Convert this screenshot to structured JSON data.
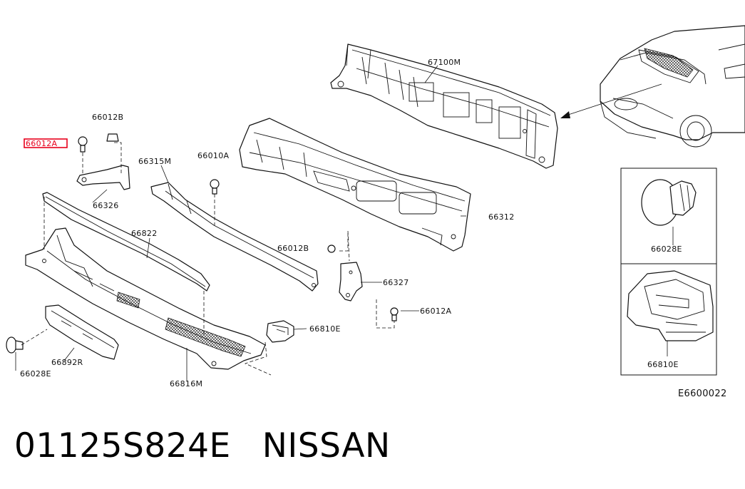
{
  "diagram": {
    "parts": [
      {
        "id": "p-67100M",
        "label": "67100M"
      },
      {
        "id": "p-66312",
        "label": "66312"
      },
      {
        "id": "p-66315M",
        "label": "66315M"
      },
      {
        "id": "p-66010A",
        "label": "66010A"
      },
      {
        "id": "p-66012B-top",
        "label": "66012B"
      },
      {
        "id": "p-66012A-top",
        "label": "66012A",
        "highlighted": true
      },
      {
        "id": "p-66326",
        "label": "66326"
      },
      {
        "id": "p-66822",
        "label": "66822"
      },
      {
        "id": "p-66012B-mid",
        "label": "66012B"
      },
      {
        "id": "p-66327",
        "label": "66327"
      },
      {
        "id": "p-66012A-mid",
        "label": "66012A"
      },
      {
        "id": "p-66810E",
        "label": "66810E"
      },
      {
        "id": "p-66892R",
        "label": "66892R"
      },
      {
        "id": "p-66028E",
        "label": "66028E"
      },
      {
        "id": "p-66816M",
        "label": "66816M"
      }
    ],
    "detail_boxes": [
      {
        "id": "detail-66028E",
        "label": "66028E"
      },
      {
        "id": "detail-66810E",
        "label": "66810E"
      }
    ],
    "figure_code": "E6600022",
    "highlight_color": "#e8001c"
  },
  "caption": {
    "part_number": "01125S824E",
    "brand": "NISSAN"
  }
}
